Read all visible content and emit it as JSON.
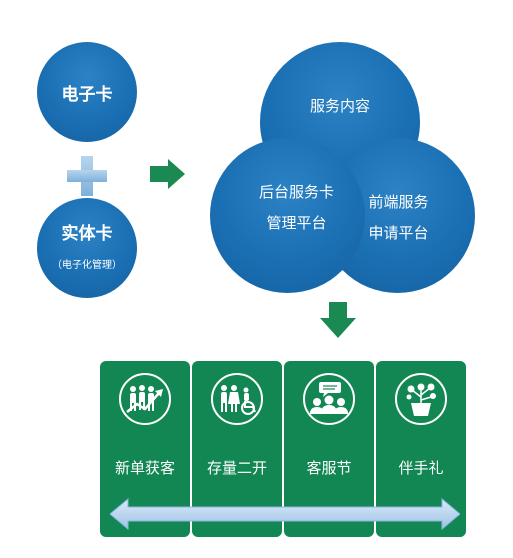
{
  "left": {
    "electronic_card": "电子卡",
    "physical_card": "实体卡",
    "physical_card_note": "（电子化管理）"
  },
  "venn": {
    "top": "服务内容",
    "left_line1": "后台服务卡",
    "left_line2": "管理平台",
    "right_line1": "前端服务",
    "right_line2": "申请平台"
  },
  "cards": [
    {
      "label": "新单获客",
      "icon": "growth-people-icon"
    },
    {
      "label": "存量二开",
      "icon": "family-icon"
    },
    {
      "label": "客服节",
      "icon": "audience-icon"
    },
    {
      "label": "伴手礼",
      "icon": "potted-plant-icon"
    }
  ],
  "colors": {
    "circle_blue": "#1a6fb3",
    "card_green": "#128754",
    "arrow_green": "#1a8a52",
    "plus_blue": "#8bbbe0",
    "bar_blue": "#a9cbe9"
  }
}
